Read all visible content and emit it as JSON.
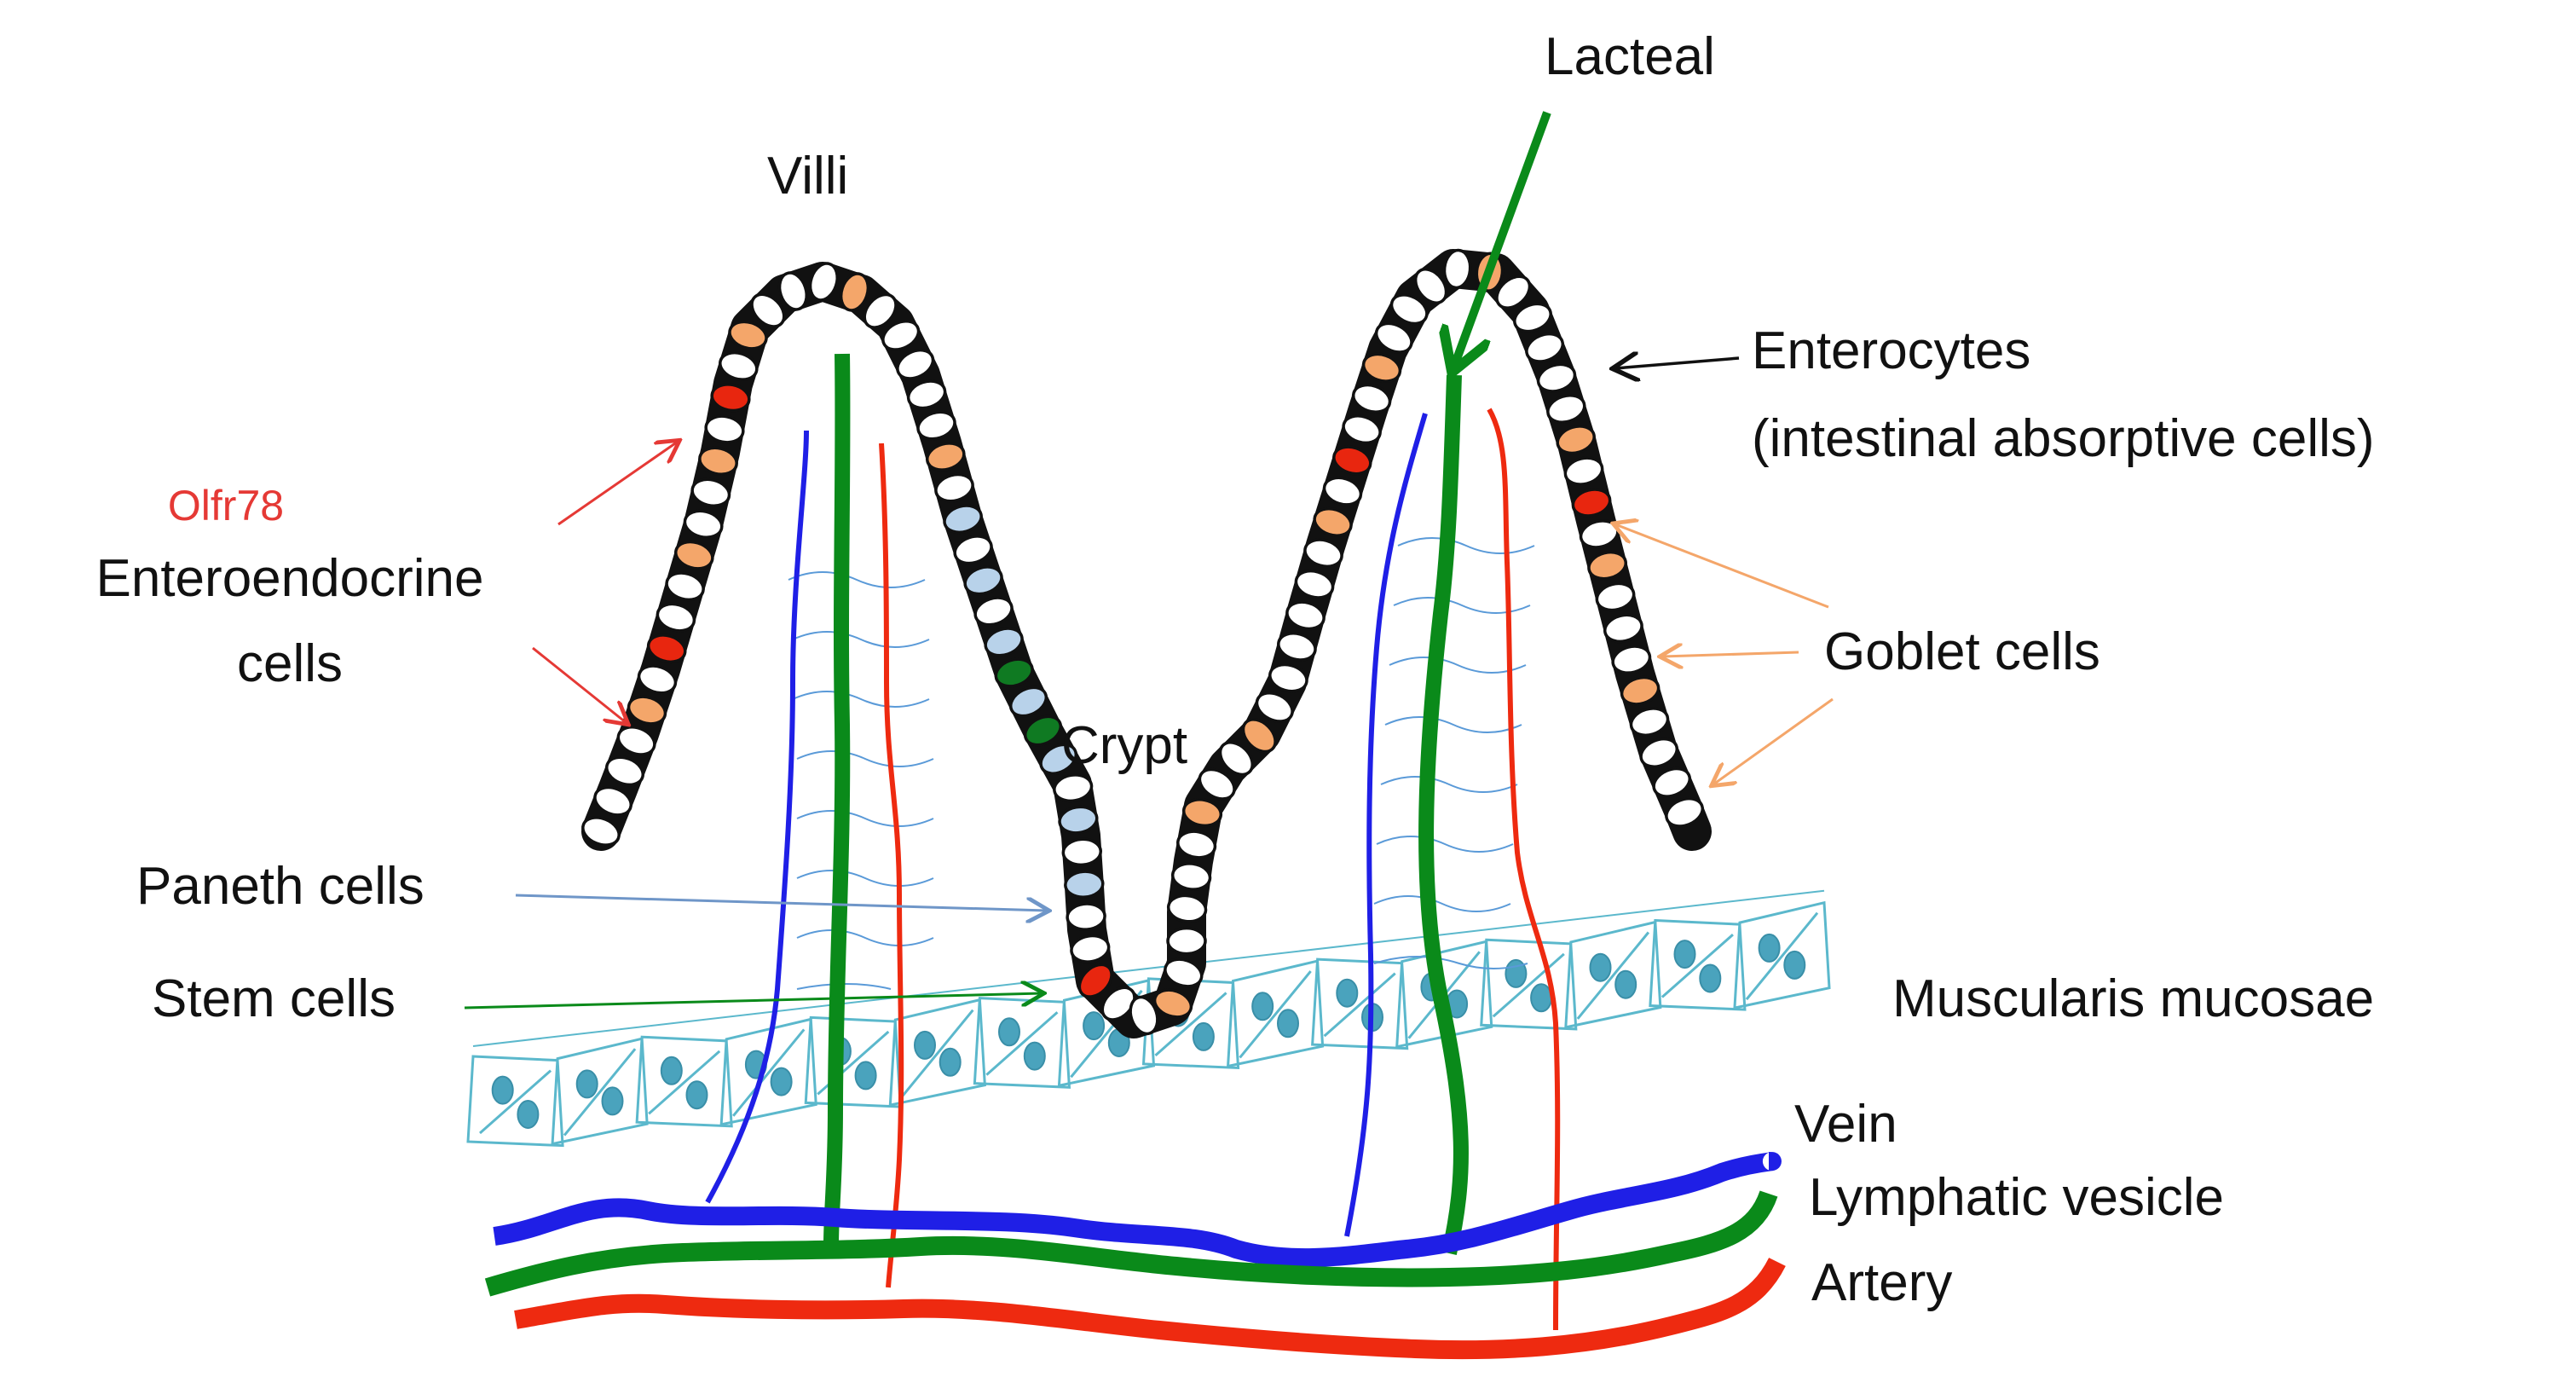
{
  "labels": {
    "lacteal": "Lacteal",
    "villi": "Villi",
    "enterocytes": "Enterocytes",
    "enterocytes_sub": "(intestinal absorptive cells)",
    "olfr78": "Olfr78",
    "enteroendocrine_1": "Enteroendocrine",
    "enteroendocrine_2": "cells",
    "goblet": "Goblet cells",
    "crypt": "Crypt",
    "paneth": "Paneth cells",
    "stem": "Stem cells",
    "muscularis": "Muscularis mucosae",
    "vein": "Vein",
    "lymphatic": "Lymphatic vesicle",
    "artery": "Artery"
  },
  "colors": {
    "vein": "#1f1fe6",
    "lymph": "#0a8a1a",
    "artery": "#ee2a10",
    "muscle": "#5bb8cc",
    "muscle_nucleus": "#4aa3bd",
    "goblet": "#f4a66a",
    "enteroendocrine": "#e8260f",
    "paneth": "#b8d2ea",
    "stem": "#0f7a22",
    "goblet_arrow": "#f4a66a",
    "paneth_arrow": "#6f96c8"
  }
}
